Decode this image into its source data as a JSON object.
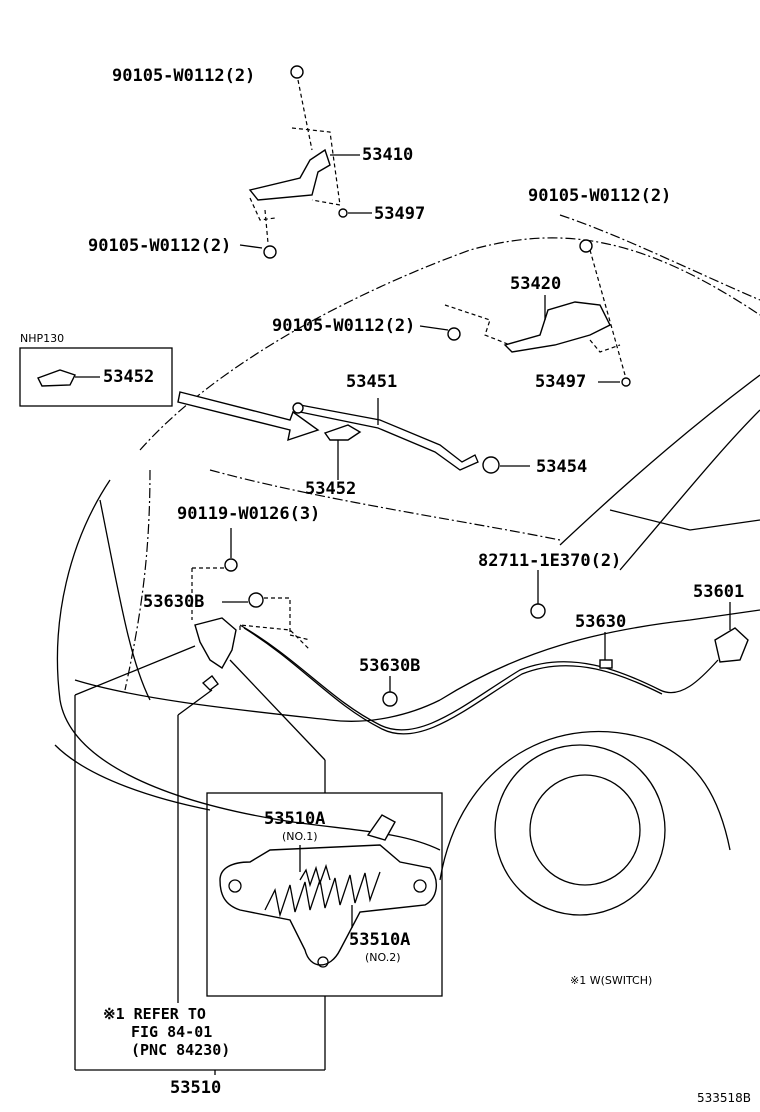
{
  "labels": {
    "bolt_hinge_top": "90105-W0112(2)",
    "hinge_lh": "53410",
    "cushion_lh": "53497",
    "bolt_hinge_lh_bottom": "90105-W0112(2)",
    "bolt_hinge_rh_top": "90105-W0112(2)",
    "hinge_rh": "53420",
    "bolt_hinge_rh_left": "90105-W0112(2)",
    "cushion_rh": "53497",
    "variant_box_title": "NHP130",
    "support_rod_holder_box": "53452",
    "support_rod": "53451",
    "support_rod_holder": "53452",
    "rod_grommet": "53454",
    "bolt_lock": "90119-W0126(3)",
    "clamp_lock": "53630B",
    "clip_cable": "82711-1E370(2)",
    "lever": "53601",
    "cable": "53630",
    "clamp_cable": "53630B",
    "spring_no1": "53510A",
    "spring_no1_note": "(NO.1)",
    "spring_no2": "53510A",
    "spring_no2_note": "(NO.2)",
    "switch_note": "※1 W(SWITCH)",
    "ref_line1": "※1 REFER TO",
    "ref_line2": "FIG 84-01",
    "ref_line3": "(PNC 84230)",
    "lock_assy": "53510",
    "figure_code": "533518B"
  }
}
